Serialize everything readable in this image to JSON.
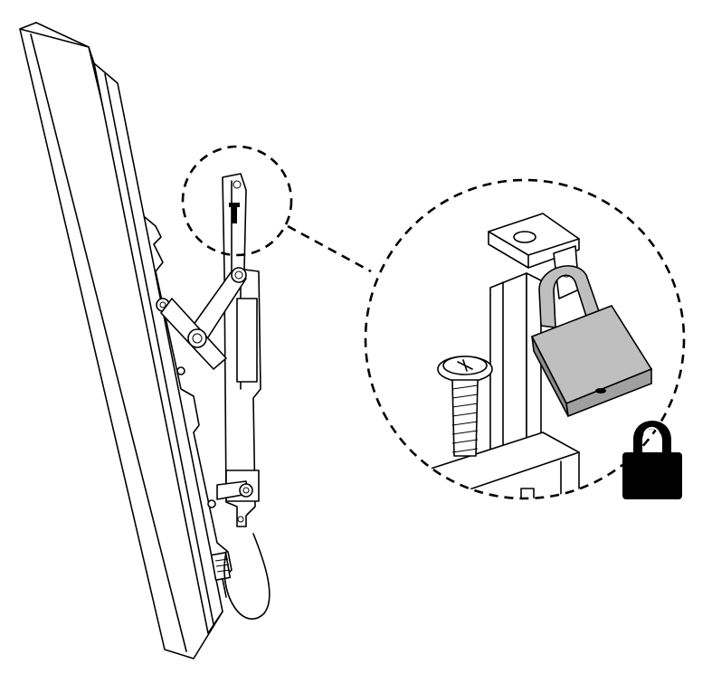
{
  "figure": {
    "type": "installation-diagram",
    "icons": [
      "tv-wall-mount-side-view",
      "detail-callout",
      "screw-icon",
      "padlock-icon",
      "lock-icon"
    ],
    "colors": {
      "line": "#000000",
      "background": "#ffffff",
      "padlock_body": "#bfbfbf",
      "lock_symbol": "#000000"
    }
  }
}
